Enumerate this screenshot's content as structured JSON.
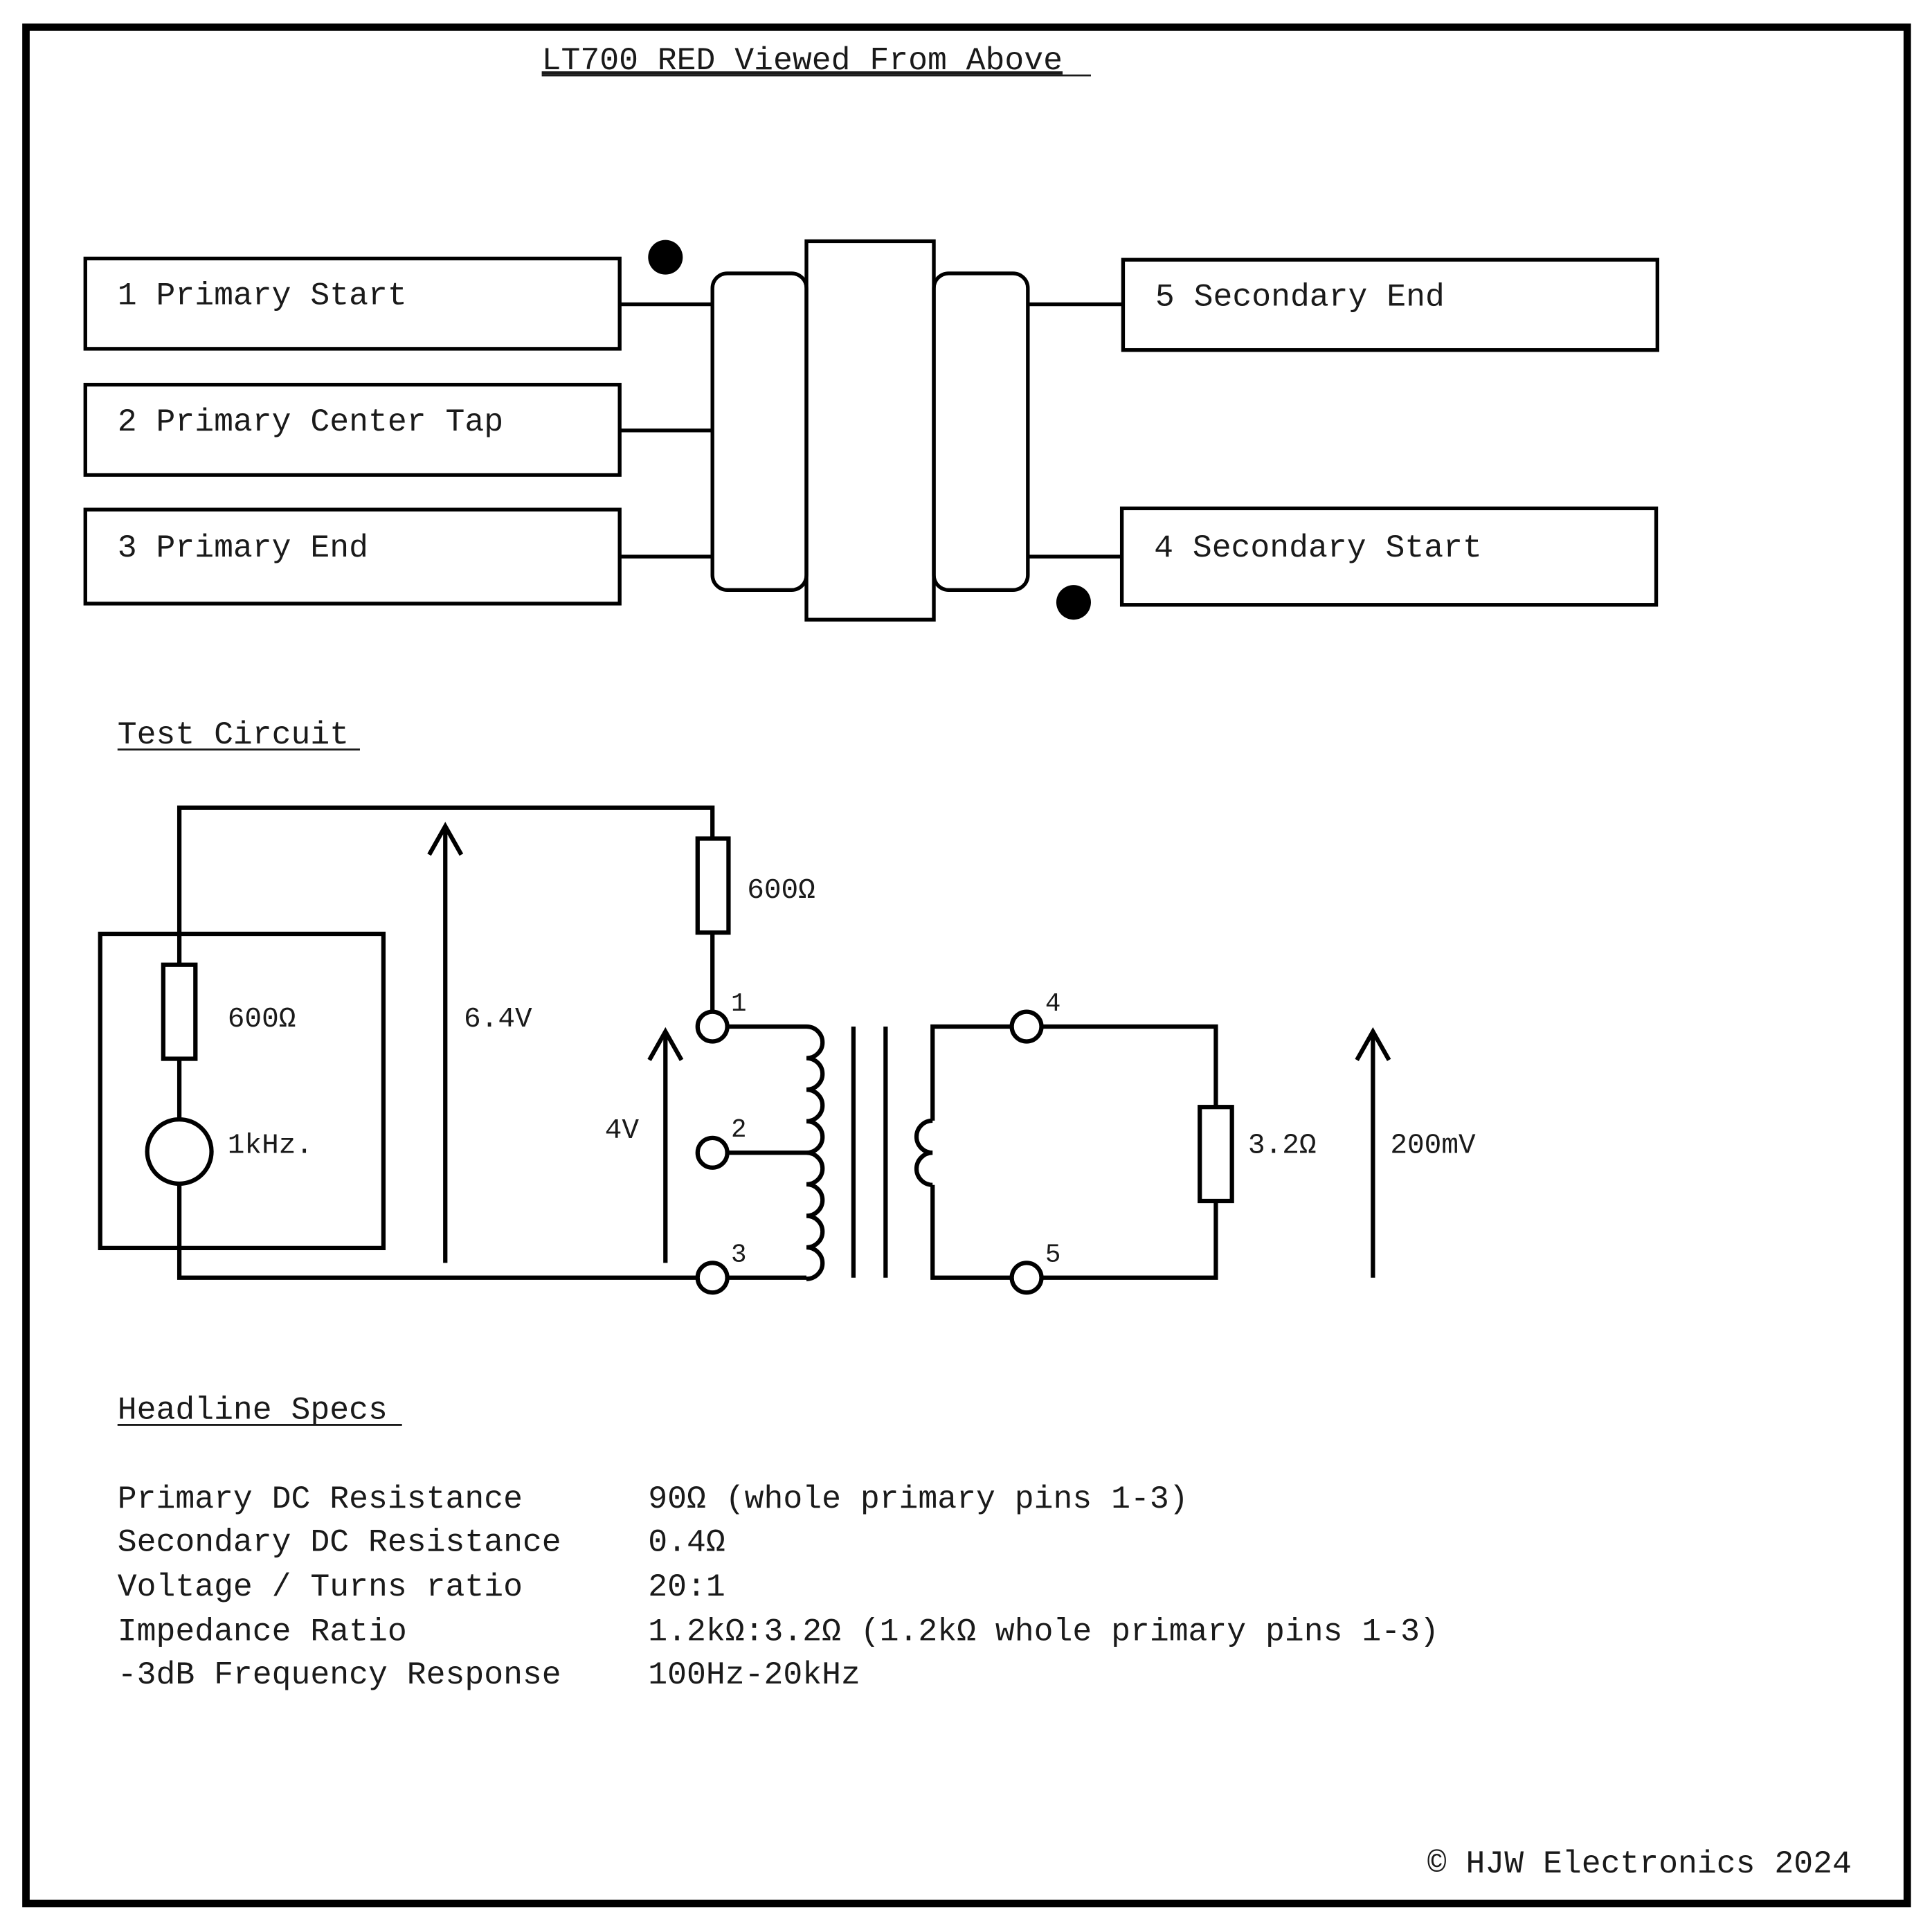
{
  "title": "LT700 RED Viewed From Above",
  "pinout": {
    "pin1": "1 Primary Start",
    "pin2": "2 Primary Center Tap",
    "pin3": "3 Primary End",
    "pin5": "5 Secondary End",
    "pin4": "4 Secondary Start"
  },
  "test_circuit": {
    "heading": "Test Circuit",
    "source_resistor": "600Ω",
    "source_freq": "1kHz.",
    "series_resistor": "600Ω",
    "voltage_source": "6.4V",
    "voltage_primary": "4V",
    "load_resistor": "3.2Ω",
    "voltage_secondary": "200mV",
    "terminals": {
      "t1": "1",
      "t2": "2",
      "t3": "3",
      "t4": "4",
      "t5": "5"
    }
  },
  "specs": {
    "heading": "Headline Specs",
    "rows": [
      {
        "name": "Primary DC Resistance",
        "value": "90Ω (whole primary pins 1-3)"
      },
      {
        "name": "Secondary DC Resistance",
        "value": "0.4Ω"
      },
      {
        "name": "Voltage / Turns ratio",
        "value": "20:1"
      },
      {
        "name": "Impedance Ratio",
        "value": "1.2kΩ:3.2Ω (1.2kΩ whole primary pins 1-3)"
      },
      {
        "name": "-3dB Frequency Response",
        "value": "100Hz-20kHz"
      }
    ]
  },
  "footer": "© HJW Electronics 2024"
}
